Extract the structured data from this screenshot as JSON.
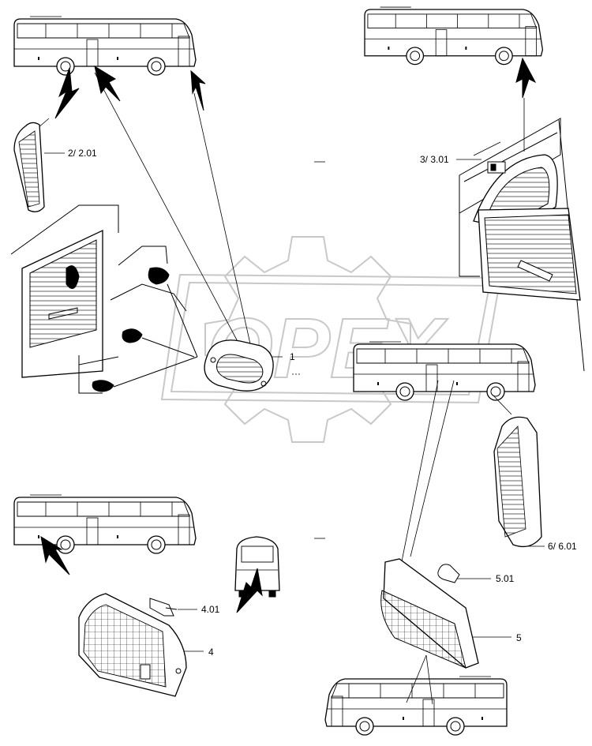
{
  "watermark": {
    "text": "OPEX",
    "color": "#c8c8c8"
  },
  "labels": {
    "l1": "1",
    "l2": "2/ 2.01",
    "l3": "3/ 3.01",
    "l4": "4",
    "l401": "4.01",
    "l5": "5",
    "l501": "5.01",
    "l6": "6/ 6.01"
  },
  "colors": {
    "line": "#000000",
    "background": "#ffffff"
  }
}
